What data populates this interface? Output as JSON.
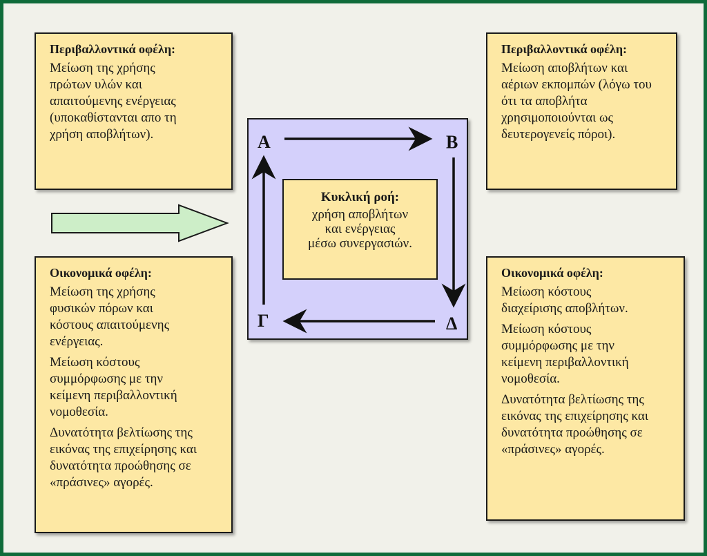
{
  "boxes": {
    "top_left": {
      "title": "Περιβαλλοντικά οφέλη:",
      "paragraphs": [
        "Μείωση της χρήσης πρώτων υλών και απαιτούμενης ενέργειας (υποκαθίστανται απο τη χρήση αποβλήτων)."
      ]
    },
    "bottom_left": {
      "title": "Οικονομικά οφέλη:",
      "paragraphs": [
        "Μείωση της χρήσης φυσικών πόρων και κόστους απαιτούμενης ενέργειας.",
        "Μείωση κόστους συμμόρφωσης με την κείμενη περιβαλλοντική νομοθεσία.",
        "Δυνατότητα βελτίωσης της εικόνας της επιχείρησης και δυνατότητα προώθησης σε «πράσινες» αγορές."
      ]
    },
    "top_right": {
      "title": "Περιβαλλοντικά οφέλη:",
      "paragraphs": [
        "Μείωση αποβλήτων και αέριων εκπομπών (λόγω του ότι τα αποβλήτα χρησιμοποιούνται ως δευτερογενείς πόροι)."
      ]
    },
    "bottom_right": {
      "title": "Οικονομικά οφέλη:",
      "paragraphs": [
        "Μείωση κόστους διαχείρισης αποβλήτων.",
        "Μείωση κόστους συμμόρφωσης με την κείμενη περιβαλλοντική νομοθεσία.",
        "Δυνατότητα βελτίωσης της εικόνας της επιχείρησης και δυνατότητα προώθησης σε «πράσινες» αγορές."
      ]
    }
  },
  "cycle": {
    "center_title": "Κυκλική ροή:",
    "center_lines": [
      "χρήση αποβλήτων",
      "και ενέργειας",
      "μέσω συνεργασιών."
    ],
    "corners": {
      "a": "Α",
      "b": "Β",
      "g": "Γ",
      "d": "Δ"
    }
  },
  "colors": {
    "frame_border": "#0f6b3a",
    "box_fill": "#fde8a4",
    "cycle_fill": "#d4d0fb",
    "arrow_fill": "#cdeec8"
  }
}
